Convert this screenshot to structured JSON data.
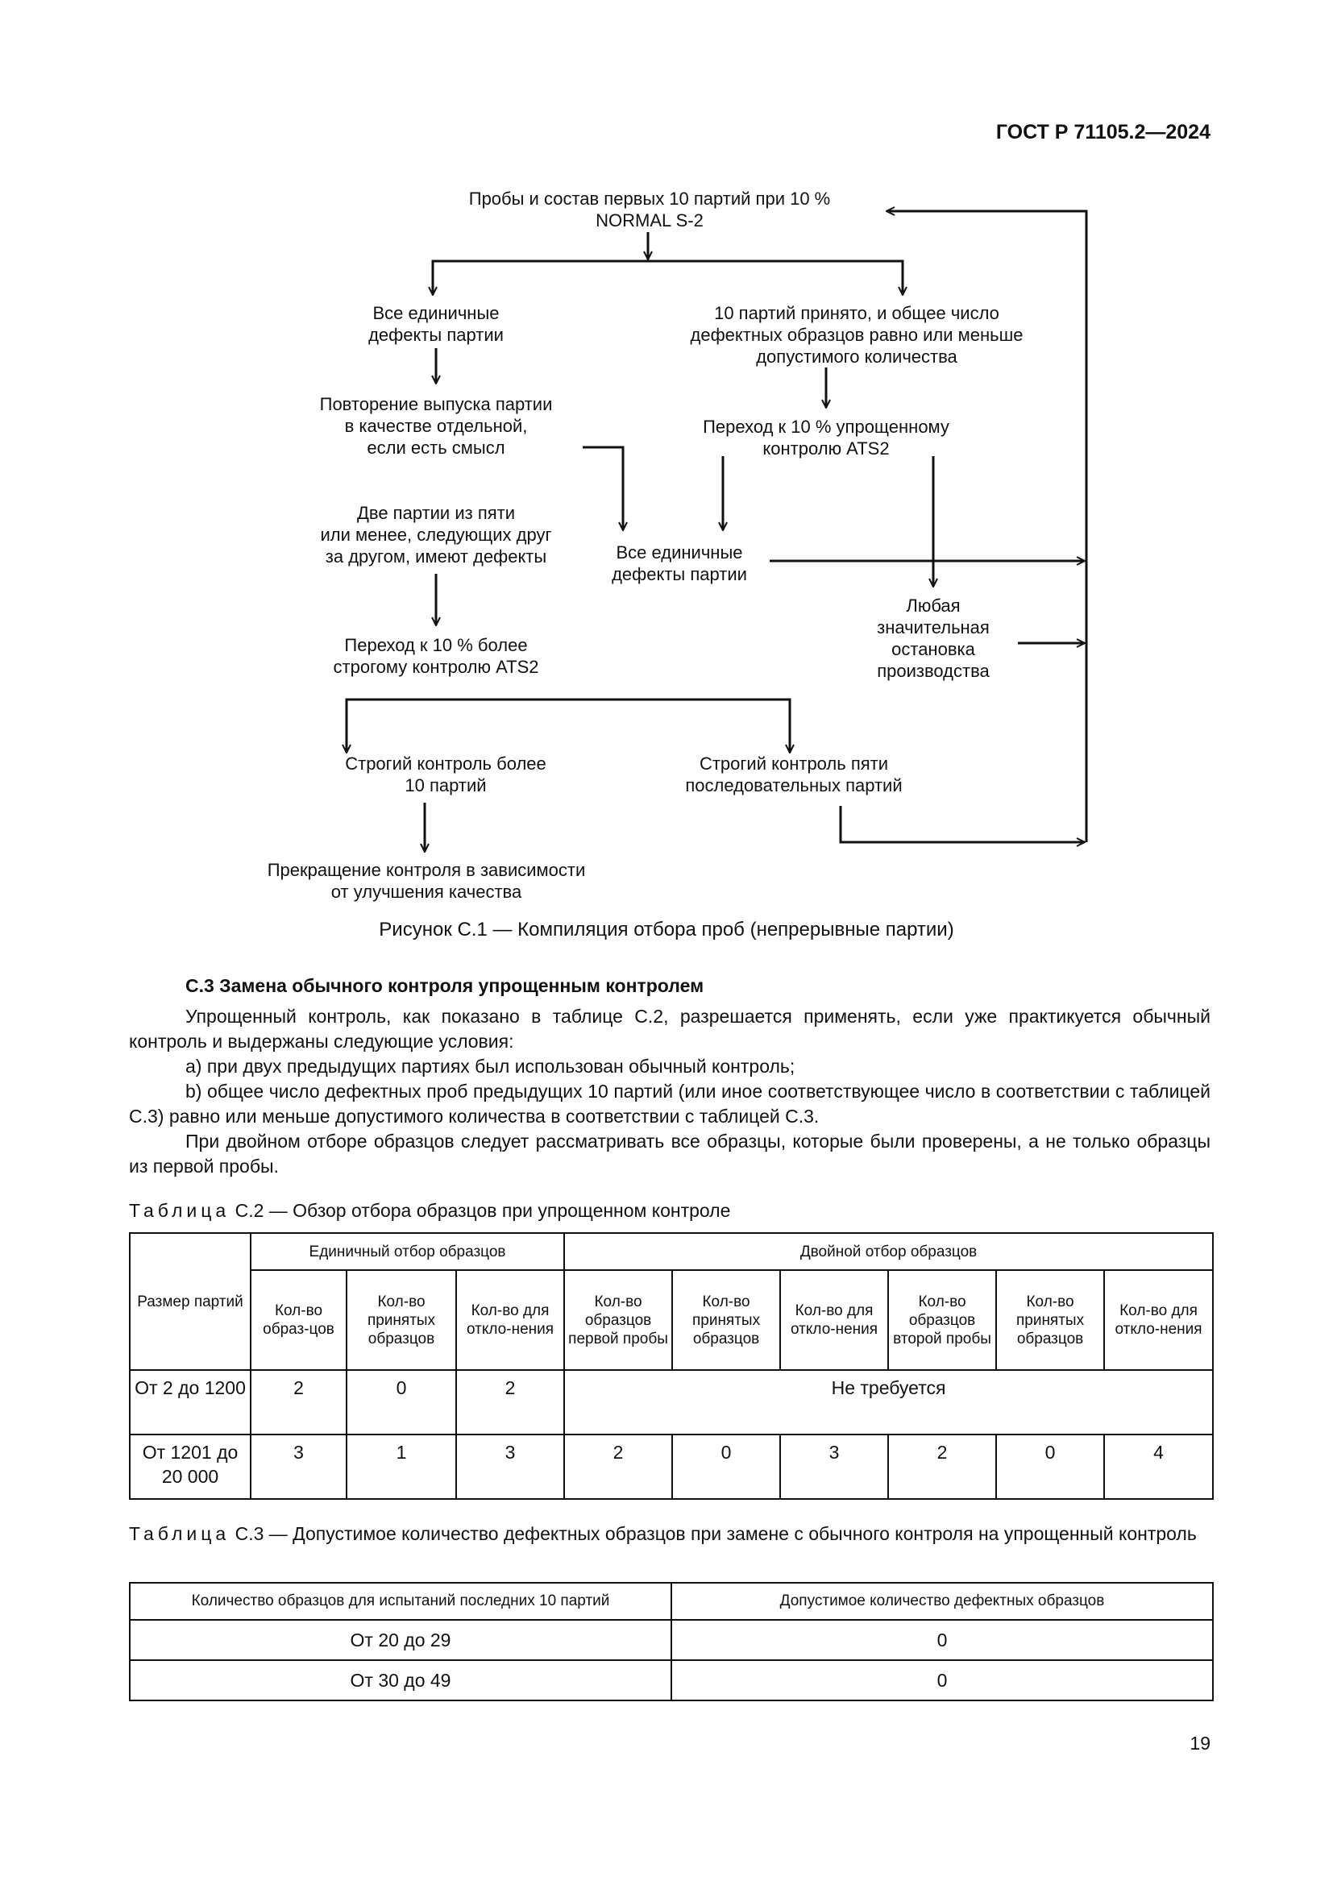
{
  "header": {
    "standard_number": "ГОСТ Р 71105.2—2024"
  },
  "figure": {
    "nodes": {
      "start": [
        "Пробы и состав первых 10 партий при 10 %",
        "NORMAL S-2"
      ],
      "all_defects_left": [
        "Все единичные",
        "дефекты партии"
      ],
      "accepted_10": [
        "10 партий принято, и общее число",
        "дефектных образцов равно или меньше",
        "допустимого количества"
      ],
      "repeat_release": [
        "Повторение выпуска партии",
        "в качестве отдельной,",
        "если есть смысл"
      ],
      "reduced_ats2": [
        "Переход к 10 % упрощенному",
        "контролю ATS2"
      ],
      "two_of_five": [
        "Две партии из пяти",
        "или менее, следующих друг",
        "за другом, имеют дефекты"
      ],
      "all_defects_mid": [
        "Все единичные",
        "дефекты партии"
      ],
      "stoppage": [
        "Любая",
        "значительная",
        "остановка",
        "производства"
      ],
      "tightened_ats2": [
        "Переход к 10 % более",
        "строгому контролю ATS2"
      ],
      "tightened_over_10": [
        "Строгий контроль более",
        "10 партий"
      ],
      "tightened_five": [
        "Строгий контроль пяти",
        "последовательных партий"
      ],
      "discontinue": [
        "Прекращение контроля в зависимости",
        "от улучшения качества"
      ]
    },
    "caption": "Рисунок С.1 — Компиляция отбора проб (непрерывные партии)"
  },
  "section": {
    "heading": "С.3 Замена обычного контроля упрощенным контролем",
    "p1": "Упрощенный контроль, как показано в таблице С.2, разрешается применять, если уже практикуется обычный контроль и выдержаны следующие условия:",
    "item_a": "a) при двух предыдущих партиях был использован обычный контроль;",
    "item_b": "b) общее число дефектных проб предыдущих 10 партий (или иное соответствующее число в соответствии с таблицей С.3) равно или меньше допустимого количества в соответствии с таблицей С.3.",
    "p2": "При двойном отборе образцов следует рассматривать все образцы, которые были проверены, а не только образцы из первой пробы."
  },
  "table_c2": {
    "label": "Таблица",
    "title": "С.2 — Обзор отбора образцов при упрощенном контроле",
    "col_lot_size": "Размер партий",
    "group_single": "Единичный отбор образцов",
    "group_double": "Двойной отбор образцов",
    "single_headers": [
      "Кол-во образ-цов",
      "Кол-во принятых образцов",
      "Кол-во для откло-нения"
    ],
    "double_headers": [
      "Кол-во образцов первой пробы",
      "Кол-во принятых образцов",
      "Кол-во для откло-нения",
      "Кол-во образцов второй пробы",
      "Кол-во принятых образцов",
      "Кол-во для откло-нения"
    ],
    "rows": [
      {
        "lot": "От 2 до 1200",
        "single": [
          "2",
          "0",
          "2"
        ],
        "double_note": "Не требуется"
      },
      {
        "lot": "От 1201 до 20 000",
        "single": [
          "3",
          "1",
          "3"
        ],
        "double": [
          "2",
          "0",
          "3",
          "2",
          "0",
          "4"
        ]
      }
    ]
  },
  "table_c3": {
    "label": "Таблица",
    "title": "С.3 — Допустимое количество дефектных образцов при замене с обычного контроля на упрощенный контроль",
    "headers": [
      "Количество образцов для испытаний последних 10 партий",
      "Допустимое количество дефектных образцов"
    ],
    "rows": [
      [
        "От 20 до 29",
        "0"
      ],
      [
        "От 30 до 49",
        "0"
      ]
    ]
  },
  "footer": {
    "page_number": "19"
  }
}
